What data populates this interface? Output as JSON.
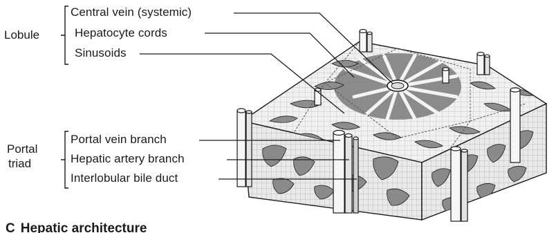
{
  "groups": {
    "lobule": {
      "label": "Lobule"
    },
    "portal_triad": {
      "label_line1": "Portal",
      "label_line2": "triad"
    }
  },
  "labels": {
    "central_vein": "Central vein (systemic)",
    "hepatocyte_cords": "Hepatocyte cords",
    "sinusoids": "Sinusoids",
    "portal_vein_branch": "Portal vein branch",
    "hepatic_artery_branch": "Hepatic artery branch",
    "interlobular_bile_duct": "Interlobular bile duct"
  },
  "caption": {
    "letter": "C",
    "title": "Hepatic architecture"
  },
  "colors": {
    "ink": "#1a1a1a",
    "tissue_light": "#ececec",
    "sinusoid_dark": "#8c8c8c",
    "central_region": "#6f6f6f"
  }
}
